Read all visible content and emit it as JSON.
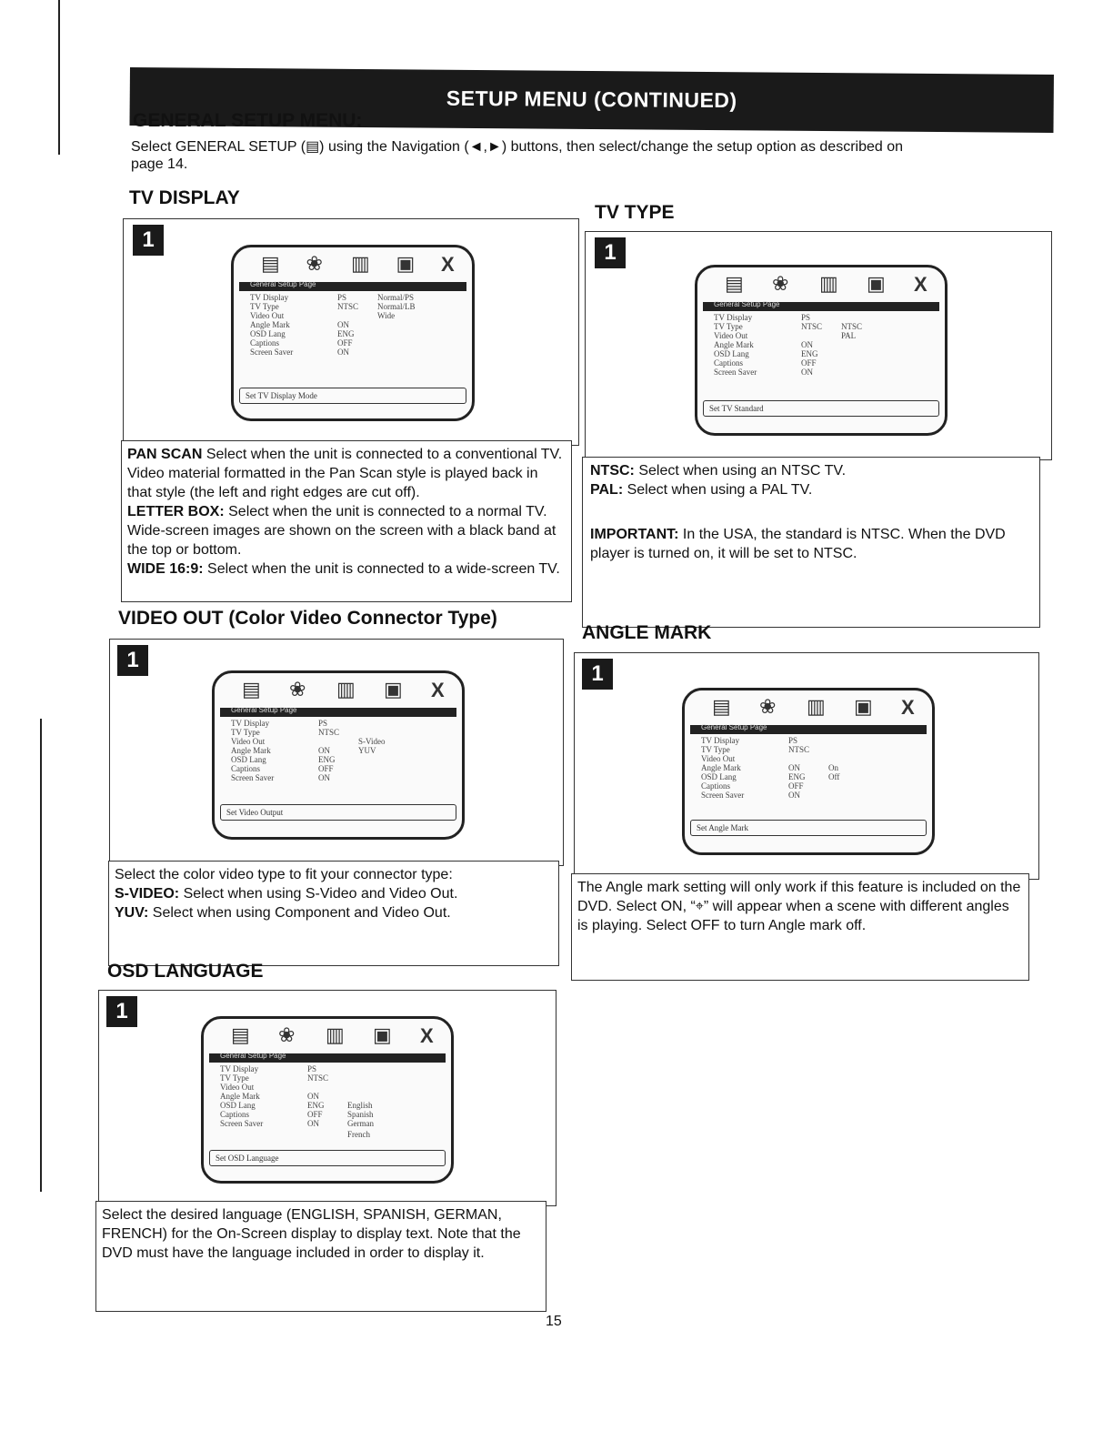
{
  "banner": "SETUP MENU (CONTINUED)",
  "heading": "GENERAL SETUP MENU:",
  "intro": {
    "line1": "Select GENERAL SETUP (▤) using the Navigation (◄,►) buttons, then select/change the setup option as described on",
    "line2": "page 14."
  },
  "badge_label": "1",
  "page_number": "15",
  "icons": [
    "tv-icon",
    "speaker-icon",
    "film-icon",
    "screen-icon",
    "close-icon"
  ],
  "icon_glyphs": [
    "▤",
    "❀",
    "▥",
    "▣",
    "X"
  ],
  "menu_bar_label": "General Setup Page",
  "menu_rows": [
    "TV Display",
    "TV Type",
    "Video Out",
    "Angle Mark",
    "OSD Lang",
    "Captions",
    "Screen Saver"
  ],
  "sections": {
    "tv_display": {
      "title": "TV DISPLAY",
      "values": [
        "PS",
        "NTSC",
        "",
        "ON",
        "ENG",
        "OFF",
        "ON"
      ],
      "options": [
        "Normal/PS",
        "Normal/LB",
        "Wide",
        "",
        "",
        "",
        ""
      ],
      "footer": "Set TV Display Mode",
      "desc": [
        {
          "label": "PAN SCAN",
          "text": " Select when the unit is connected to a conventional TV. Video material formatted in the Pan Scan style is played back in that style (the left and right edges are cut off)."
        },
        {
          "label": "LETTER BOX:",
          "text": " Select when the unit is connected to a normal TV. Wide-screen images are shown on the screen with a black band at the top or bottom."
        },
        {
          "label": "WIDE 16:9:",
          "text": " Select when the unit is connected to a wide-screen TV."
        }
      ]
    },
    "tv_type": {
      "title": "TV TYPE",
      "values": [
        "PS",
        "NTSC",
        "",
        "ON",
        "ENG",
        "OFF",
        "ON"
      ],
      "options": [
        "",
        "NTSC",
        "PAL",
        "",
        "",
        "",
        ""
      ],
      "footer": "Set TV Standard",
      "desc": [
        {
          "label": "NTSC:",
          "text": " Select when using an NTSC TV."
        },
        {
          "label": "PAL:",
          "text": " Select when using a PAL TV."
        },
        {
          "label": "IMPORTANT:",
          "text": " In the USA, the standard is NTSC. When the DVD player is turned on, it will be set to NTSC."
        }
      ]
    },
    "video_out": {
      "title": "VIDEO OUT (Color Video Connector Type)",
      "values": [
        "PS",
        "NTSC",
        "",
        "ON",
        "ENG",
        "OFF",
        "ON"
      ],
      "options": [
        "",
        "",
        "S-Video",
        "YUV",
        "",
        "",
        ""
      ],
      "footer": "Set Video Output",
      "desc": [
        {
          "label": "",
          "text": "Select the color video type to fit your connector type:"
        },
        {
          "label": "S-VIDEO:",
          "text": " Select when using S-Video and Video Out."
        },
        {
          "label": "YUV:",
          "text": " Select when using Component and Video Out."
        }
      ]
    },
    "angle_mark": {
      "title": "ANGLE MARK",
      "values": [
        "PS",
        "NTSC",
        "",
        "ON",
        "ENG",
        "OFF",
        "ON"
      ],
      "options": [
        "",
        "",
        "",
        "On",
        "Off",
        "",
        ""
      ],
      "footer": "Set Angle Mark",
      "desc": [
        {
          "label": "",
          "text": "The Angle mark setting will only work if this feature is included on the DVD. Select ON, “⌖” will appear when a scene with different angles is playing. Select OFF to turn Angle mark off."
        }
      ]
    },
    "osd_language": {
      "title": "OSD LANGUAGE",
      "values": [
        "PS",
        "NTSC",
        "",
        "ON",
        "ENG",
        "OFF",
        "ON"
      ],
      "options": [
        "",
        "",
        "",
        "",
        "English",
        "Spanish",
        "German"
      ],
      "extra_option": "French",
      "footer": "Set OSD Language",
      "desc": [
        {
          "label": "",
          "text": "Select the desired language (ENGLISH, SPANISH, GERMAN, FRENCH) for the On-Screen display to display text. Note that the DVD must have the language included in order to display it."
        }
      ]
    }
  }
}
